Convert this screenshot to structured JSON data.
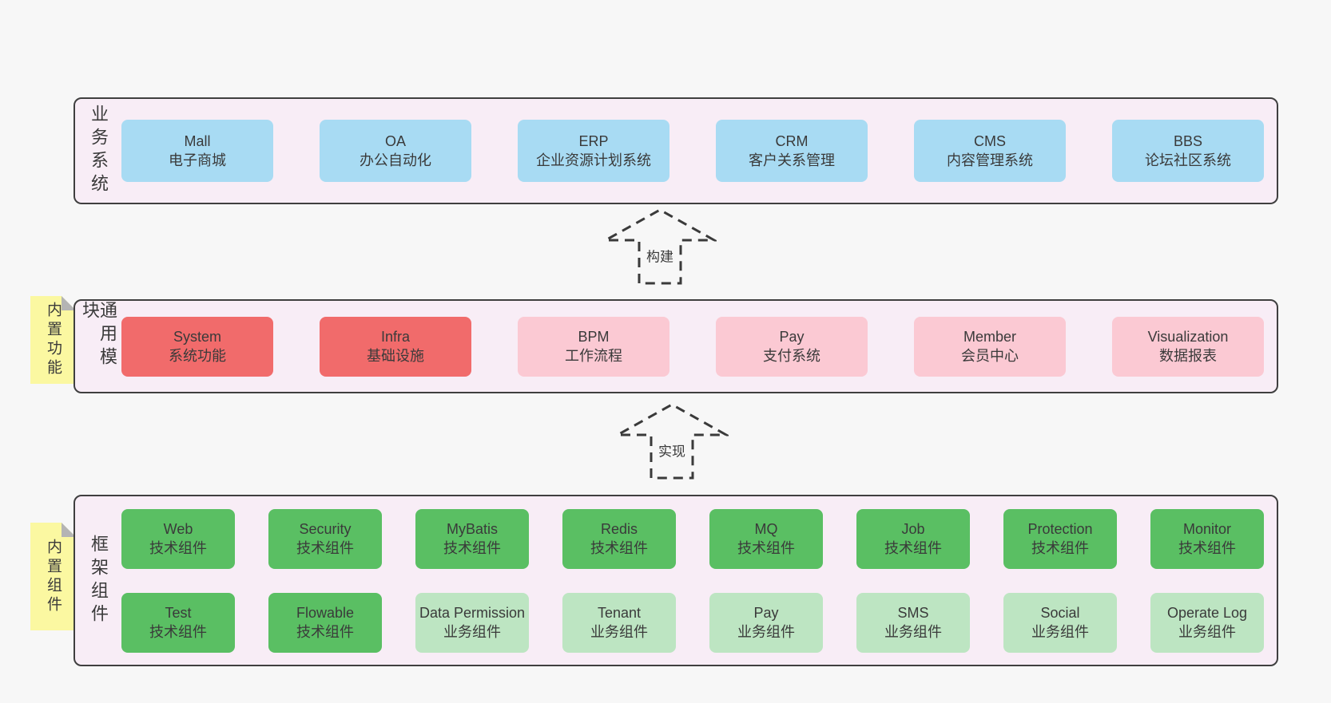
{
  "colors": {
    "page_bg": "#f7f7f7",
    "panel_bg": "#f8edf6",
    "panel_border": "#3f3f3f",
    "text": "#3a3a3a",
    "blue": "#a8dbf3",
    "red": "#f16b6b",
    "pink": "#fbc9d3",
    "green": "#5abf63",
    "green_light": "#bde5c2",
    "yellow": "#fbf8a1",
    "fold_gray": "#b4b4b4",
    "arrow_stroke": "#3a3a3a"
  },
  "business": {
    "side_label": "业务系统",
    "boxes": [
      {
        "title": "Mall",
        "subtitle": "电子商城"
      },
      {
        "title": "OA",
        "subtitle": "办公自动化"
      },
      {
        "title": "ERP",
        "subtitle": "企业资源计划系统"
      },
      {
        "title": "CRM",
        "subtitle": "客户关系管理"
      },
      {
        "title": "CMS",
        "subtitle": "内容管理系统"
      },
      {
        "title": "BBS",
        "subtitle": "论坛社区系统"
      }
    ]
  },
  "arrows": {
    "build": "构建",
    "implement": "实现"
  },
  "common": {
    "side_label": "通用模块",
    "note": "内置功能",
    "boxes": [
      {
        "title": "System",
        "subtitle": "系统功能"
      },
      {
        "title": "Infra",
        "subtitle": "基础设施"
      },
      {
        "title": "BPM",
        "subtitle": "工作流程"
      },
      {
        "title": "Pay",
        "subtitle": "支付系统"
      },
      {
        "title": "Member",
        "subtitle": "会员中心"
      },
      {
        "title": "Visualization",
        "subtitle": "数据报表"
      }
    ]
  },
  "framework": {
    "side_label": "框架组件",
    "note": "内置组件",
    "row1": [
      {
        "title": "Web",
        "subtitle": "技术组件"
      },
      {
        "title": "Security",
        "subtitle": "技术组件"
      },
      {
        "title": "MyBatis",
        "subtitle": "技术组件"
      },
      {
        "title": "Redis",
        "subtitle": "技术组件"
      },
      {
        "title": "MQ",
        "subtitle": "技术组件"
      },
      {
        "title": "Job",
        "subtitle": "技术组件"
      },
      {
        "title": "Protection",
        "subtitle": "技术组件"
      },
      {
        "title": "Monitor",
        "subtitle": "技术组件"
      }
    ],
    "row2": [
      {
        "title": "Test",
        "subtitle": "技术组件"
      },
      {
        "title": "Flowable",
        "subtitle": "技术组件"
      },
      {
        "title": "Data Permission",
        "subtitle": "业务组件"
      },
      {
        "title": "Tenant",
        "subtitle": "业务组件"
      },
      {
        "title": "Pay",
        "subtitle": "业务组件"
      },
      {
        "title": "SMS",
        "subtitle": "业务组件"
      },
      {
        "title": "Social",
        "subtitle": "业务组件"
      },
      {
        "title": "Operate Log",
        "subtitle": "业务组件"
      }
    ]
  }
}
